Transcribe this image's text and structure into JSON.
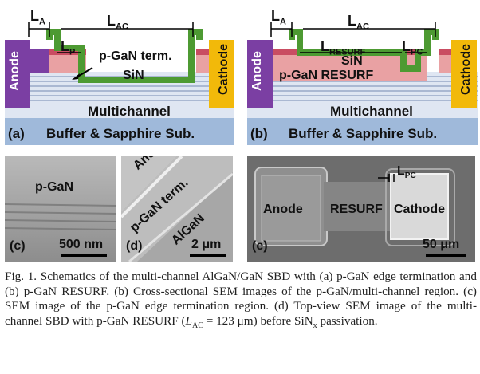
{
  "panel_a": {
    "tag": "(a)",
    "dim_la": "L",
    "dim_la_sub": "A",
    "dim_lac": "L",
    "dim_lac_sub": "AC",
    "dim_lp": "L",
    "dim_lp_sub": "P",
    "term_label": "p-GaN term.",
    "sin_label": "SiN",
    "anode_label": "Anode",
    "cathode_label": "Cathode",
    "multichannel_label": "Multichannel",
    "buffer_label": "Buffer & Sapphire Sub."
  },
  "panel_b": {
    "tag": "(b)",
    "dim_la": "L",
    "dim_la_sub": "A",
    "dim_lac": "L",
    "dim_lac_sub": "AC",
    "dim_lresurf": "L",
    "dim_lresurf_sub": "RESURF",
    "dim_lpc": "L",
    "dim_lpc_sub": "PC",
    "sin_label": "SiN",
    "resurf_label": "p-GaN RESURF",
    "anode_label": "Anode",
    "cathode_label": "Cathode",
    "multichannel_label": "Multichannel",
    "buffer_label": "Buffer & Sapphire Sub."
  },
  "panel_c": {
    "tag": "(c)",
    "label": "p-GaN",
    "scale": "500 nm"
  },
  "panel_d": {
    "tag": "(d)",
    "label_anode": "Anode",
    "label_term": "p-GaN term.",
    "label_algan": "AlGaN",
    "scale": "2 μm"
  },
  "panel_e": {
    "tag": "(e)",
    "label_anode": "Anode",
    "label_resurf": "RESURF",
    "label_cathode": "Cathode",
    "dim_lpc": "L",
    "dim_lpc_sub": "PC",
    "scale": "50 μm"
  },
  "caption": {
    "p1": "Fig. 1. Schematics of the multi-channel AlGaN/GaN SBD with (a) p-GaN edge termination and (b) p-GaN RESURF. (b) Cross-sectional SEM images of the p-GaN/multi-channel region. (c) SEM image of the p-GaN edge termination region. (d) Top-view SEM image of the multi-channel SBD with p-GaN RESURF (",
    "lac_var": "L",
    "lac_sub": "AC",
    "p2": " = 123 μm) before SiN",
    "sinx_sub": "x",
    "p3": " passivation."
  },
  "colors": {
    "anode": "#7a3fa0",
    "cathode": "#f0b400",
    "sin": "#5a9a3a",
    "pgan": "#e89a9a",
    "pgan_top": "#c8475a",
    "multichannel_band": "#cfd8ea",
    "buffer": "#9db6d6",
    "sem_gray": "#8a8a8a"
  }
}
